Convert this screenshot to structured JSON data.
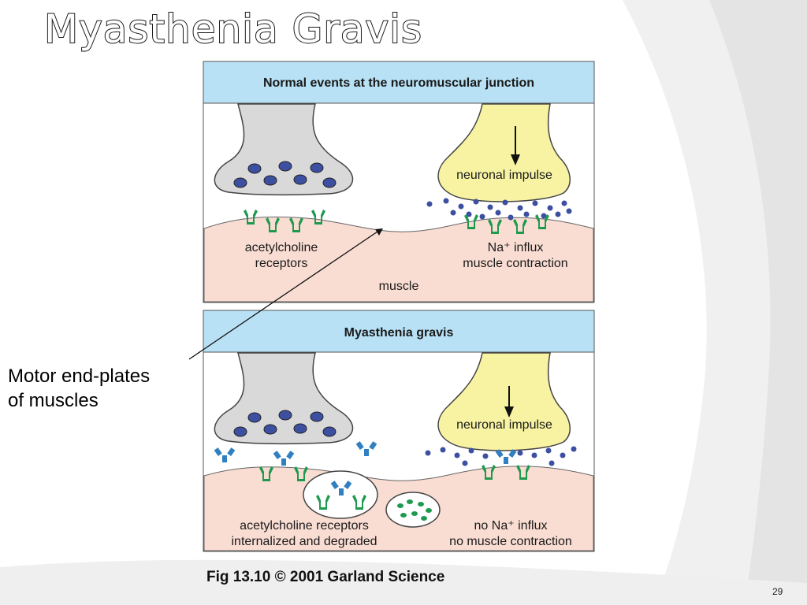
{
  "slide": {
    "title": "Myasthenia Gravis",
    "callout_lines": [
      "Motor end-plates",
      "of muscles"
    ],
    "slide_number": "29"
  },
  "figure": {
    "top_panel": {
      "header": "Normal events at the neuromuscular junction",
      "label_receptors_1": "acetylcholine",
      "label_receptors_2": "receptors",
      "label_impulse": "neuronal impulse",
      "label_na_1": "Na⁺ influx",
      "label_na_2": "muscle contraction",
      "label_muscle": "muscle"
    },
    "bottom_panel": {
      "header": "Myasthenia gravis",
      "label_impulse": "neuronal impulse",
      "label_internalized_1": "acetylcholine receptors",
      "label_internalized_2": "internalized and degraded",
      "label_no_na_1": "no Na⁺ influx",
      "label_no_na_2": "no muscle contraction"
    },
    "caption": "Fig 13.10  © 2001 Garland Science"
  },
  "colors": {
    "header_fill": "#b8e1f5",
    "muscle_fill": "#f9ddd3",
    "nerve_gray": "#d9d9d9",
    "nerve_yellow": "#f7f3a2",
    "vesicle_blue": "#3d4fa0",
    "receptor_green": "#1e9a4f",
    "antibody_blue": "#2f7fc1"
  }
}
